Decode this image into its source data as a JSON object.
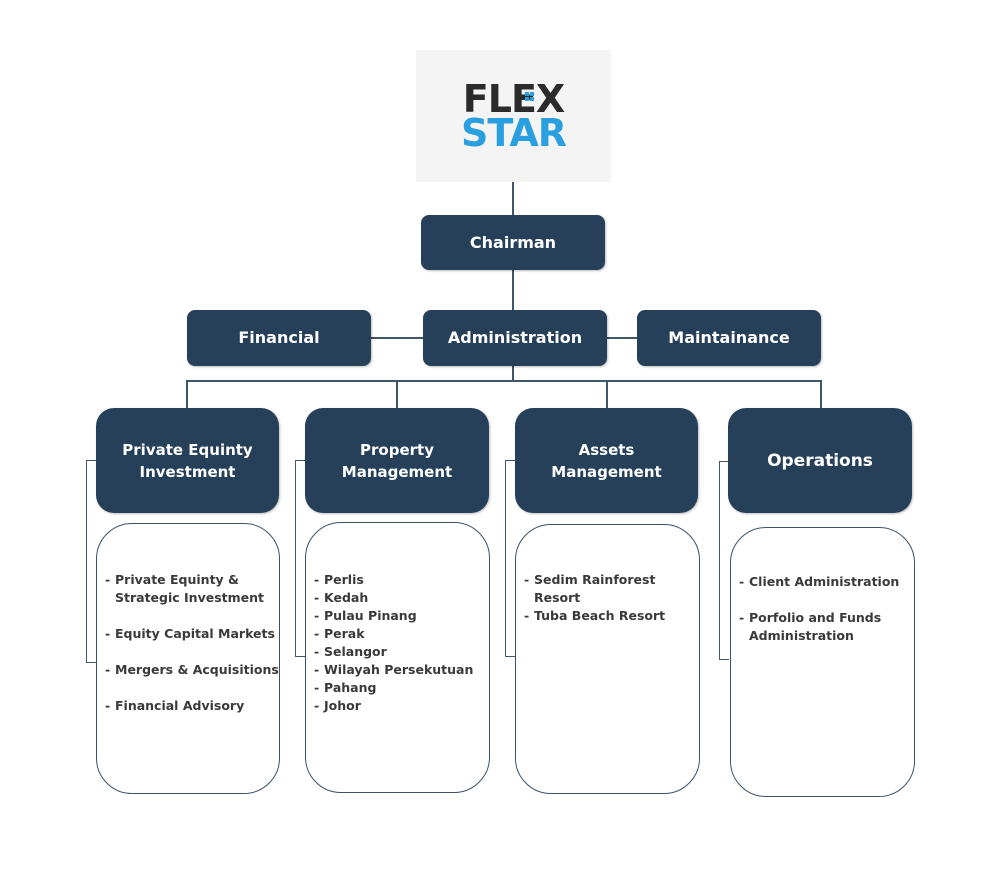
{
  "logo": {
    "line1": "FLEX",
    "line2": "STAR",
    "icon": "window-icon",
    "colors": {
      "dark": "#2b2b2b",
      "accent": "#2a9fe0"
    }
  },
  "colors": {
    "node_fill": "#26405a",
    "node_text": "#ffffff",
    "connector": "#3f566b",
    "detail_border": "#3b5166",
    "detail_text": "#3a3a3a"
  },
  "top": {
    "chairman": "Chairman"
  },
  "second_row": {
    "financial": "Financial",
    "administration": "Administration",
    "maintainance": "Maintainance"
  },
  "departments": [
    {
      "title_line1": "Private Equinty",
      "title_line2": "Investment",
      "items": [
        {
          "line1": "Private Equinty &",
          "line2": "Strategic Investment"
        },
        {
          "line1": "Equity Capital Markets",
          "line2": ""
        },
        {
          "line1": "Mergers & Acquisitions",
          "line2": ""
        },
        {
          "line1": "Financial Advisory",
          "line2": ""
        }
      ]
    },
    {
      "title_line1": "Property",
      "title_line2": "Management",
      "items": [
        {
          "line1": "Perlis"
        },
        {
          "line1": "Kedah"
        },
        {
          "line1": "Pulau Pinang"
        },
        {
          "line1": "Perak"
        },
        {
          "line1": "Selangor"
        },
        {
          "line1": "Wilayah Persekutuan"
        },
        {
          "line1": "Pahang"
        },
        {
          "line1": "Johor"
        }
      ]
    },
    {
      "title_line1": "Assets",
      "title_line2": "Management",
      "items": [
        {
          "line1": "Sedim Rainforest",
          "line2": "Resort"
        },
        {
          "line1": "Tuba Beach Resort",
          "line2": ""
        }
      ]
    },
    {
      "title_line1": "Operations",
      "title_line2": "",
      "items": [
        {
          "line1": "Client Administration",
          "line2": ""
        },
        {
          "line1": "Porfolio and Funds",
          "line2": "Administration"
        }
      ]
    }
  ]
}
